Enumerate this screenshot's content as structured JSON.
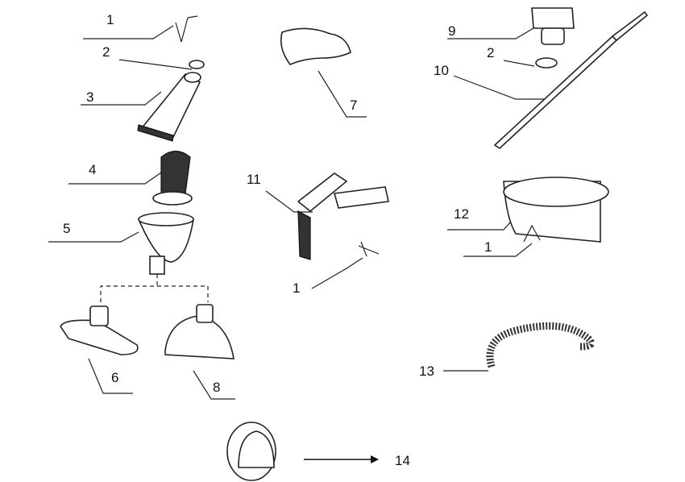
{
  "diagram": {
    "title": "Pool vacuum kit exploded parts diagram",
    "labels": {
      "l1a": "1",
      "l2a": "2",
      "l3": "3",
      "l4": "4",
      "l5": "5",
      "l6": "6",
      "l7": "7",
      "l8": "8",
      "l9": "9",
      "l10": "10",
      "l2b": "2",
      "l11": "11",
      "l12": "12",
      "l1b": "1",
      "l1c": "1",
      "l13": "13",
      "l14": "14"
    }
  }
}
